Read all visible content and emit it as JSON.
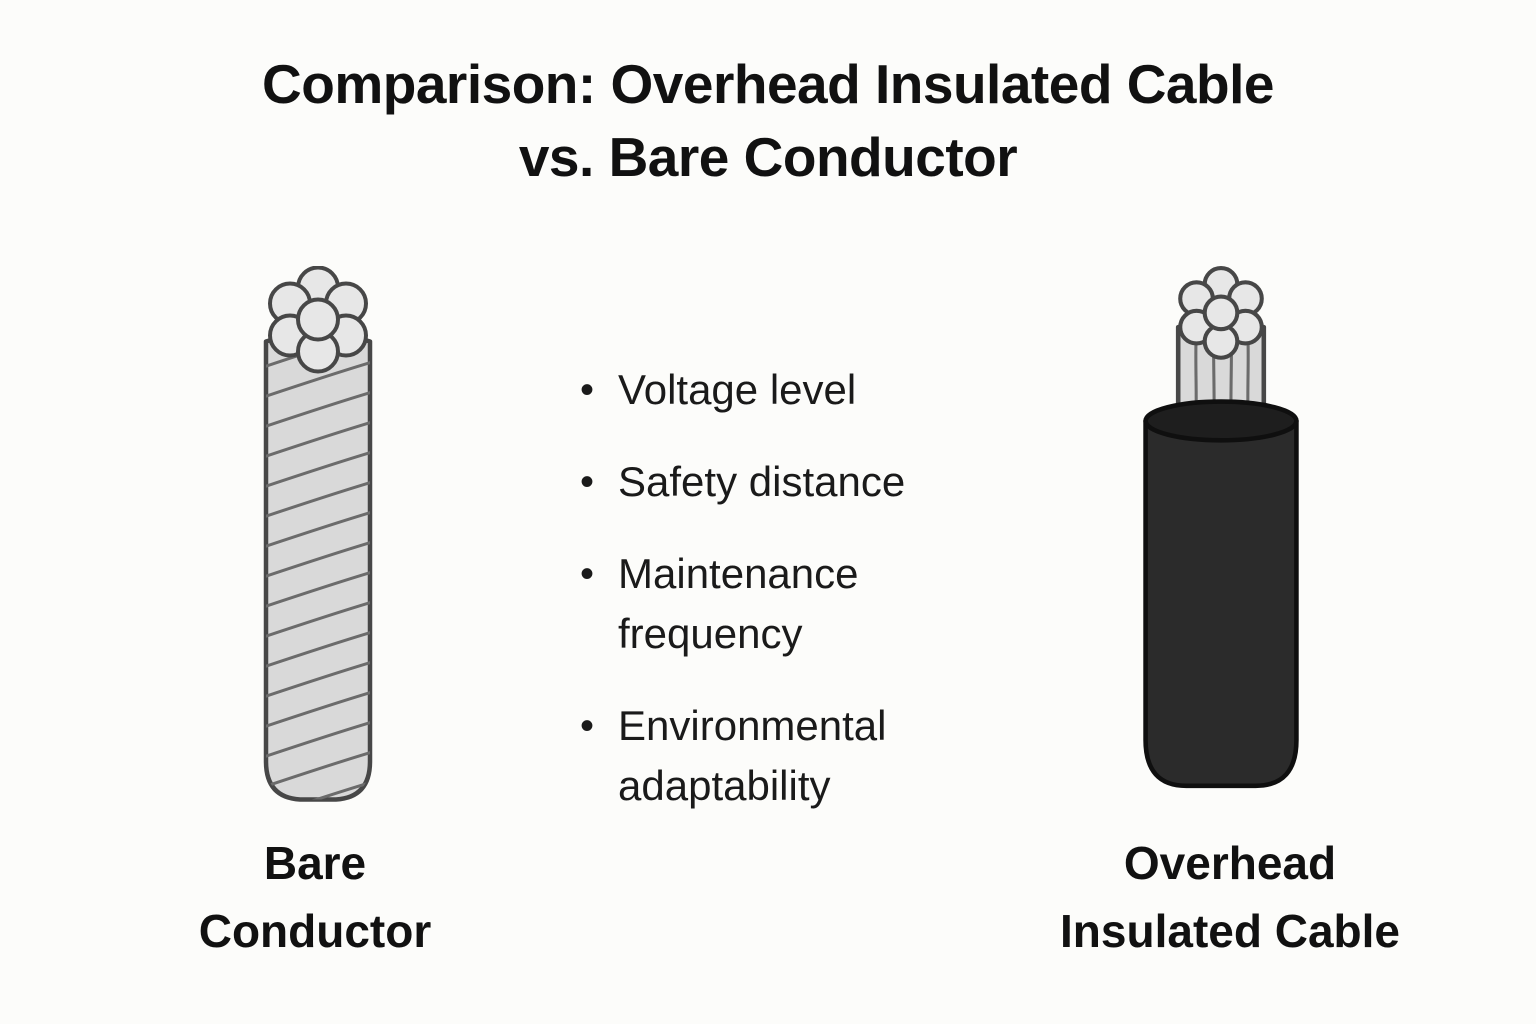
{
  "title": {
    "line1": "Comparison: Overhead Insulated Cable",
    "line2": "vs. Bare Conductor"
  },
  "list": {
    "marker": "•",
    "items": [
      "Voltage level",
      "Safety distance",
      "Maintenance frequency",
      "Environmental adaptability"
    ]
  },
  "figures": {
    "left": {
      "icon": "bare-conductor-illustration",
      "caption_line1": "Bare",
      "caption_line2": "Conductor"
    },
    "right": {
      "icon": "insulated-cable-illustration",
      "caption_line1": "Overhead",
      "caption_line2": "Insulated Cable"
    }
  },
  "colors": {
    "background": "#fcfcfa",
    "ink": "#1c1c1c",
    "strand-fill": "#d9d9d9",
    "strand-end-fill": "#e7e7e7",
    "strand-outline": "#474747",
    "twist-line": "#6b6b6b",
    "insulation-fill": "#2b2b2b",
    "insulation-outline": "#0f0f0f"
  }
}
